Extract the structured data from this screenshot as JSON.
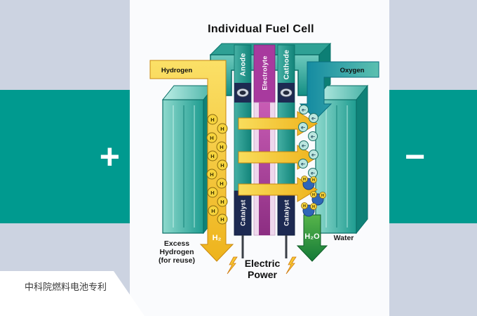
{
  "caption": {
    "text": "中科院燃料电池专利"
  },
  "terminals": {
    "positive": "+",
    "negative": "−"
  },
  "diagram": {
    "title": "Individual Fuel Cell",
    "hydrogen_label": "Hydrogen",
    "oxygen_label": "Oxygen",
    "anode_label": "Anode",
    "electrolyte_label": "Electrolyte",
    "cathode_label": "Cathode",
    "catalyst_label": "Catalyst",
    "h_atom": "H",
    "electron": "e-",
    "h2_label": "H₂",
    "h2o_label": "H₂O",
    "water_label": "Water",
    "excess": [
      "Excess",
      "Hydrogen",
      "(for reuse)"
    ],
    "power": [
      "Electric",
      "Power"
    ]
  },
  "colors": {
    "background": "#ccd3e1",
    "panel": "#fafbfd",
    "terminal_teal": "#009a8f",
    "plate_teal": "#1e9c90",
    "electrolyte_magenta": "#a83a9e",
    "catalyst_navy": "#1d2a52",
    "flow_yellow": "#f2c12e",
    "water_green": "#2e8f3f"
  }
}
